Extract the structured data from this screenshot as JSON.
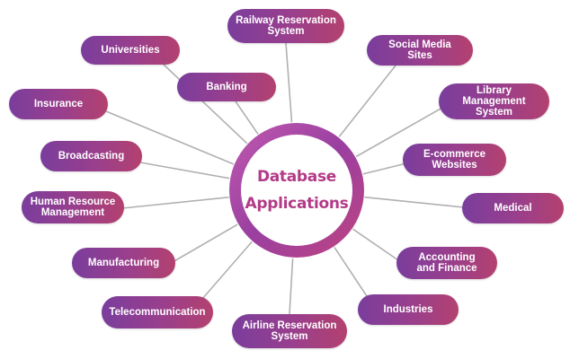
{
  "hub": {
    "line1": "Database",
    "line2": "Applications"
  },
  "nodes": [
    {
      "id": "railway-reservation",
      "label": "Railway Reservation\nSystem"
    },
    {
      "id": "universities",
      "label": "Universities"
    },
    {
      "id": "social-media",
      "label": "Social Media\nSites"
    },
    {
      "id": "banking",
      "label": "Banking"
    },
    {
      "id": "library-management",
      "label": "Library\nManagement\nSystem"
    },
    {
      "id": "insurance",
      "label": "Insurance"
    },
    {
      "id": "broadcasting",
      "label": "Broadcasting"
    },
    {
      "id": "e-commerce",
      "label": "E-commerce\nWebsites"
    },
    {
      "id": "human-resource",
      "label": "Human Resource\nManagement"
    },
    {
      "id": "medical",
      "label": "Medical"
    },
    {
      "id": "manufacturing",
      "label": "Manufacturing"
    },
    {
      "id": "accounting-finance",
      "label": "Accounting\nand Finance"
    },
    {
      "id": "telecommunication",
      "label": "Telecommunication"
    },
    {
      "id": "industries",
      "label": "Industries"
    },
    {
      "id": "airline-reservation",
      "label": "Airline Reservation\nSystem"
    }
  ],
  "colors": {
    "pill_start": "#7a3d9c",
    "pill_end": "#b3416f",
    "hub_text": "#b23a86",
    "connector": "#b0b0b0"
  }
}
